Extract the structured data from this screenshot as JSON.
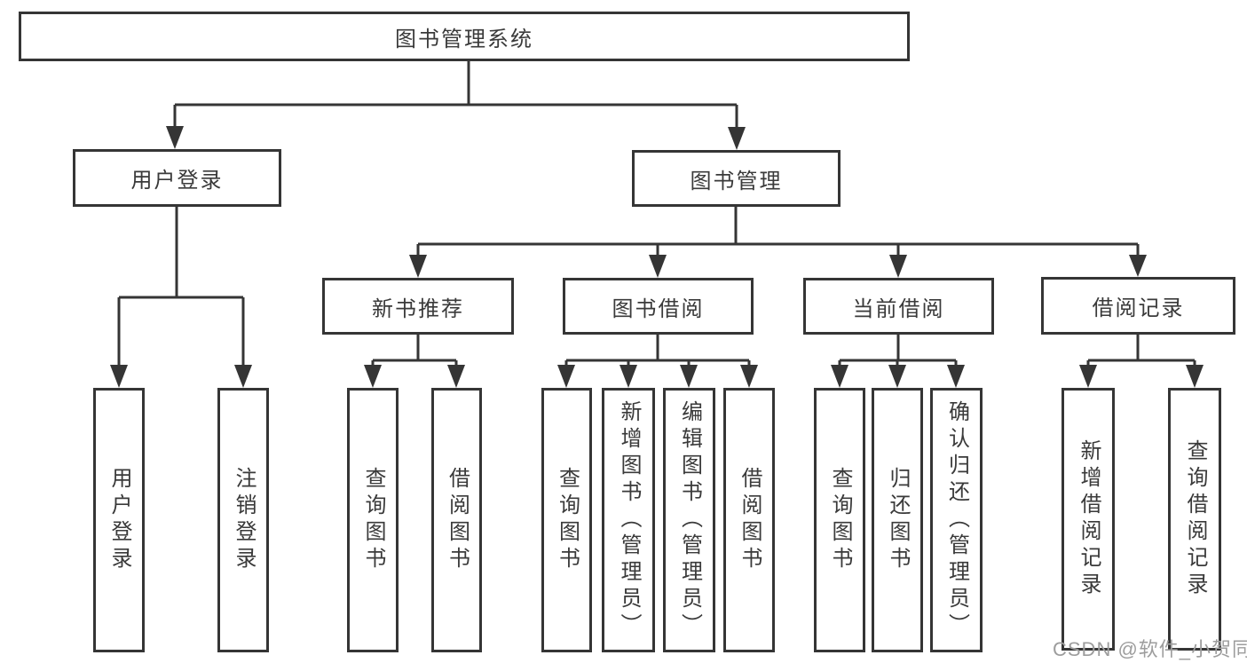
{
  "diagram": {
    "type": "hierarchy-tree",
    "watermark": "CSDN @软件_小贺同学",
    "nodes": {
      "root": "图书管理系统",
      "user_login_group": "用户登录",
      "book_mgmt": "图书管理",
      "leaf_user_login": "用户登录",
      "leaf_logout": "注销登录",
      "new_book_rec": "新书推荐",
      "book_borrow": "图书借阅",
      "current_borrow": "当前借阅",
      "borrow_records": "借阅记录",
      "rec_query_books": "查询图书",
      "rec_borrow_books": "借阅图书",
      "bb_query_books": "查询图书",
      "bb_add_books": "新增图书（管理员）",
      "bb_edit_books": "编辑图书（管理员）",
      "bb_borrow_books": "借阅图书",
      "cb_query_books": "查询图书",
      "cb_return_books": "归还图书",
      "cb_confirm_return": "确认归还（管理员）",
      "br_add_record": "新增借阅记录",
      "br_query_record": "查询借阅记录"
    },
    "hierarchy": {
      "图书管理系统": {
        "用户登录": [
          "用户登录",
          "注销登录"
        ],
        "图书管理": {
          "新书推荐": [
            "查询图书",
            "借阅图书"
          ],
          "图书借阅": [
            "查询图书",
            "新增图书（管理员）",
            "编辑图书（管理员）",
            "借阅图书"
          ],
          "当前借阅": [
            "查询图书",
            "归还图书",
            "确认归还（管理员）"
          ],
          "借阅记录": [
            "新增借阅记录",
            "查询借阅记录"
          ]
        }
      }
    },
    "colors": {
      "line": "#353535",
      "text": "#3a3a3a",
      "watermark": "#9d9d9d",
      "background": "#ffffff"
    }
  }
}
